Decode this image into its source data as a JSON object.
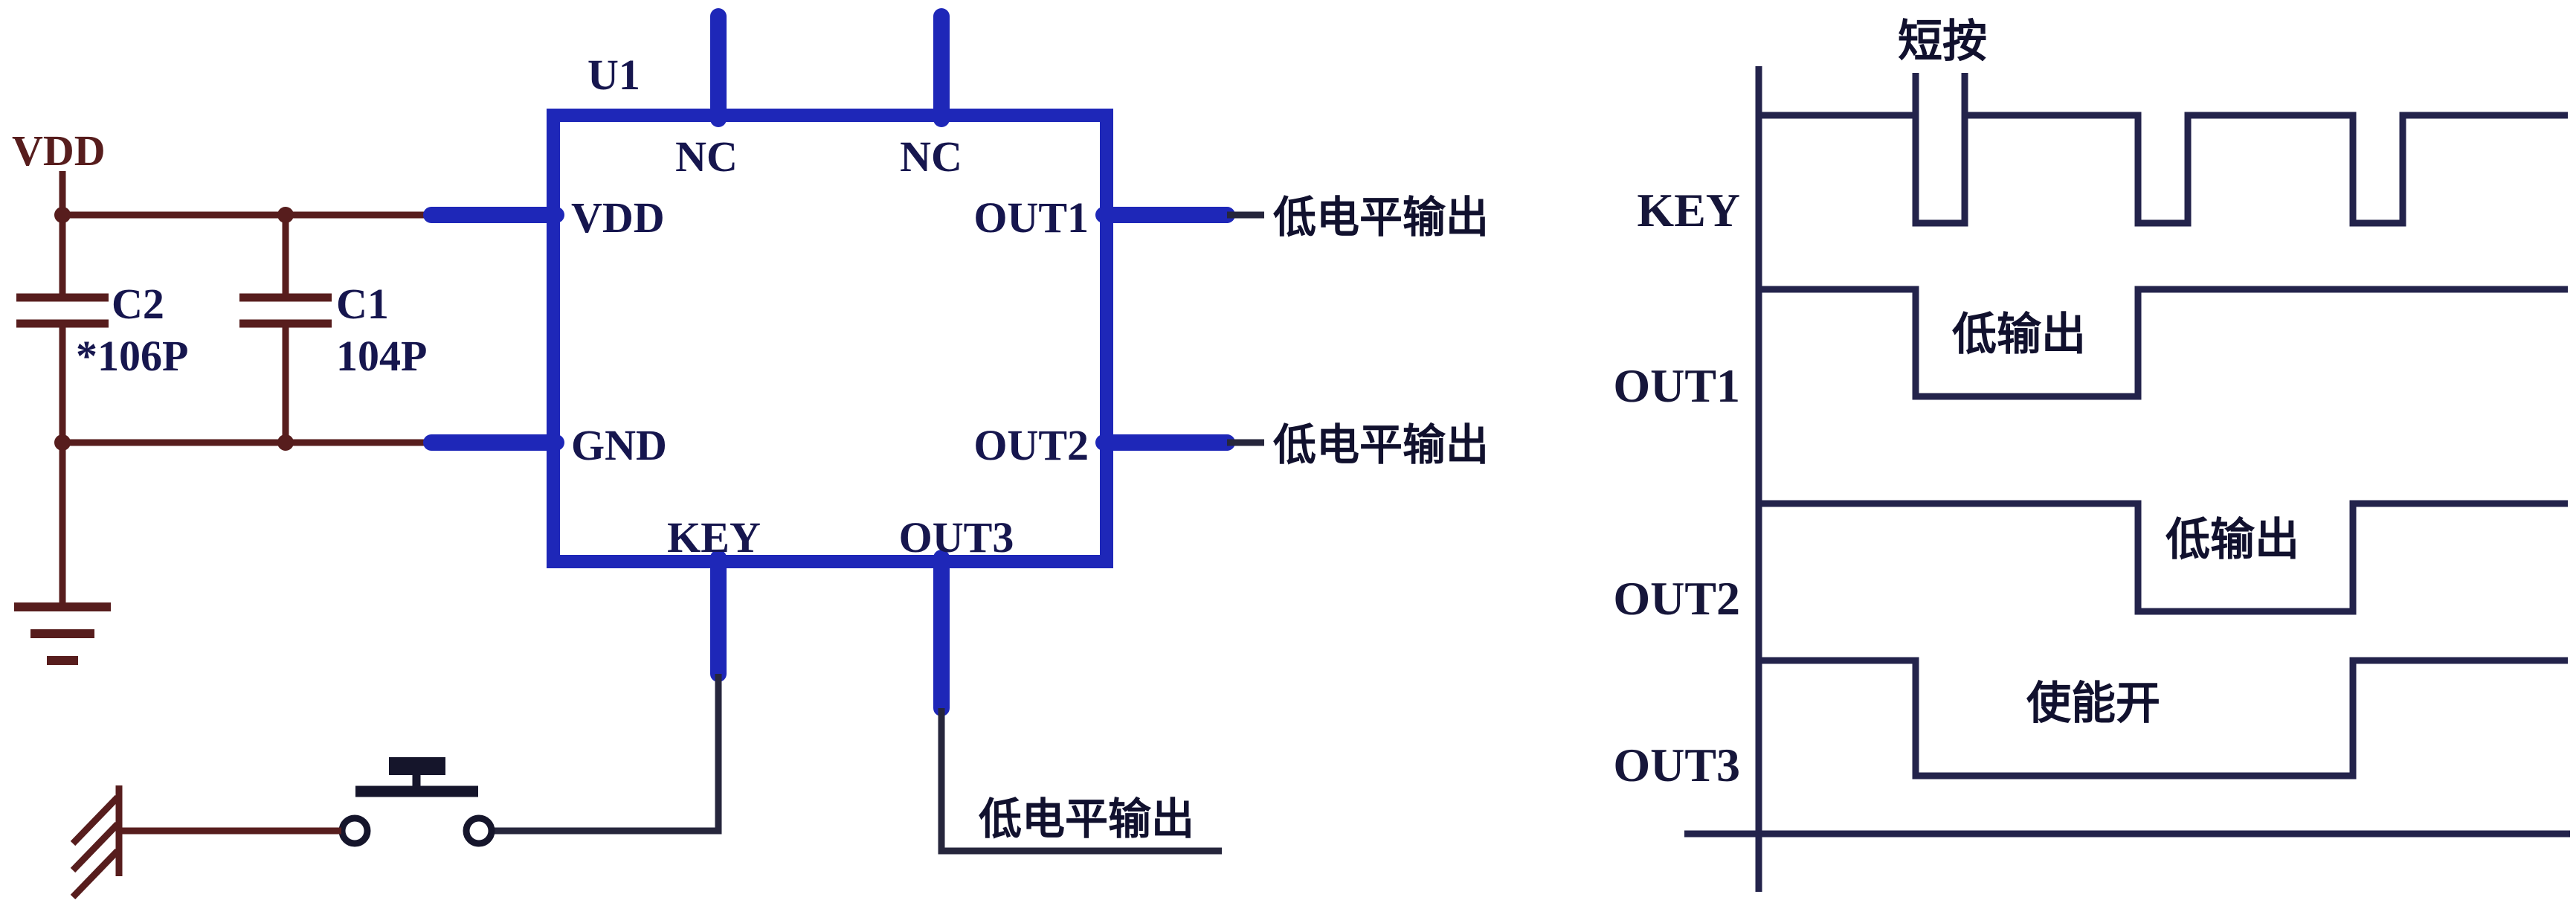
{
  "colors": {
    "ic_blue": "#1e27b8",
    "wire_maroon": "#571d1d",
    "label_navy": "#16164e",
    "timing_ink": "#23234b",
    "background": "#ffffff"
  },
  "schematic": {
    "power_label": "VDD",
    "ic": {
      "designator": "U1",
      "pins": {
        "nc_left": "NC",
        "nc_right": "NC",
        "vdd": "VDD",
        "gnd": "GND",
        "key": "KEY",
        "out1": "OUT1",
        "out2": "OUT2",
        "out3": "OUT3"
      }
    },
    "capacitors": {
      "c2_ref": "C2",
      "c2_value": "*106P",
      "c1_ref": "C1",
      "c1_value": "104P"
    },
    "notes": {
      "out1": "低电平输出",
      "out2": "低电平输出",
      "out3": "低电平输出"
    }
  },
  "timing": {
    "signal_labels": {
      "key": "KEY",
      "out1": "OUT1",
      "out2": "OUT2",
      "out3": "OUT3"
    },
    "annotations": {
      "key_pulse": "短按",
      "out1_low": "低输出",
      "out2_low": "低输出",
      "out3_enable": "使能开"
    }
  }
}
